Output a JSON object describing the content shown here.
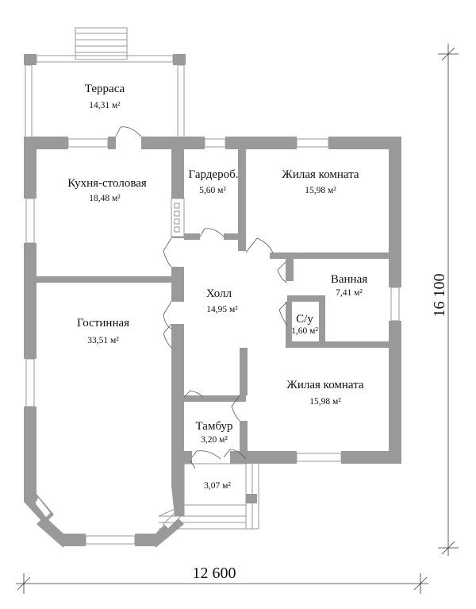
{
  "rooms": {
    "terrace": {
      "name": "Терраса",
      "area": "14,31 м²"
    },
    "kitchen": {
      "name": "Кухня-столовая",
      "area": "18,48 м²"
    },
    "wardrobe": {
      "name": "Гардероб.",
      "area": "5,60 м²"
    },
    "bedroom1": {
      "name": "Жилая комната",
      "area": "15,98 м²"
    },
    "hall": {
      "name": "Холл",
      "area": "14,95 м²"
    },
    "bathroom": {
      "name": "Ванная",
      "area": "7,41 м²"
    },
    "wc": {
      "name": "С/у",
      "area": "1,60 м²"
    },
    "living": {
      "name": "Гостинная",
      "area": "33,51 м²"
    },
    "bedroom2": {
      "name": "Жилая комната",
      "area": "15,98 м²"
    },
    "vestibule": {
      "name": "Тамбур",
      "area": "3,20 м²"
    },
    "porch": {
      "area": "3,07 м²"
    }
  },
  "dimensions": {
    "width": "12 600",
    "height": "16 100"
  },
  "colors": {
    "wall": "#9a9a9a",
    "text": "#111111",
    "background": "#ffffff"
  }
}
